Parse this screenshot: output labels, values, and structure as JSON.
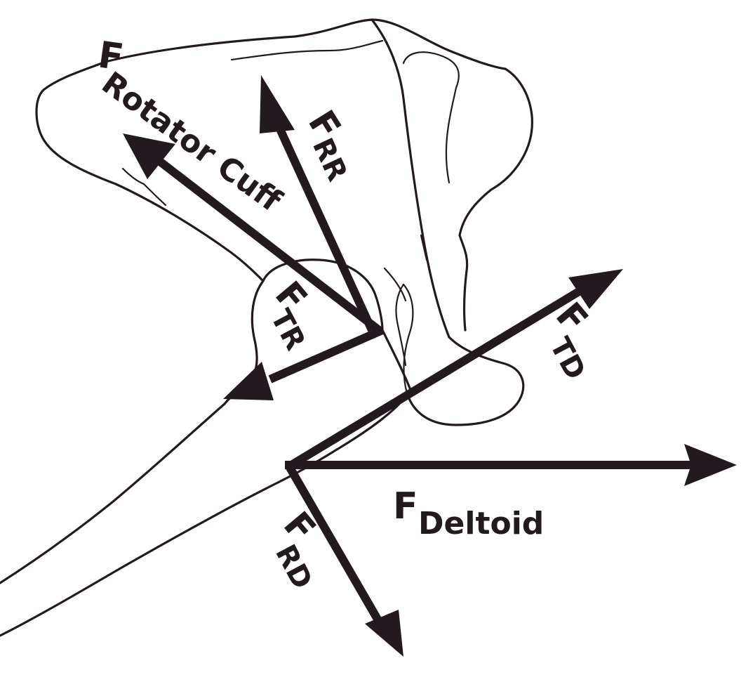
{
  "figure": {
    "ink_color": "#231a20",
    "background": "#ffffff"
  },
  "forces": {
    "rotator_cuff": {
      "symbol": "F",
      "subscript": "Rotator Cuff"
    },
    "radial_rotator": {
      "symbol": "F",
      "subscript": "RR"
    },
    "tangential_rotator": {
      "symbol": "F",
      "subscript": "TR"
    },
    "tangential_deltoid": {
      "symbol": "F",
      "subscript": "TD"
    },
    "deltoid": {
      "symbol": "F",
      "subscript": "Deltoid"
    },
    "radial_deltoid": {
      "symbol": "F",
      "subscript": "RD"
    }
  }
}
